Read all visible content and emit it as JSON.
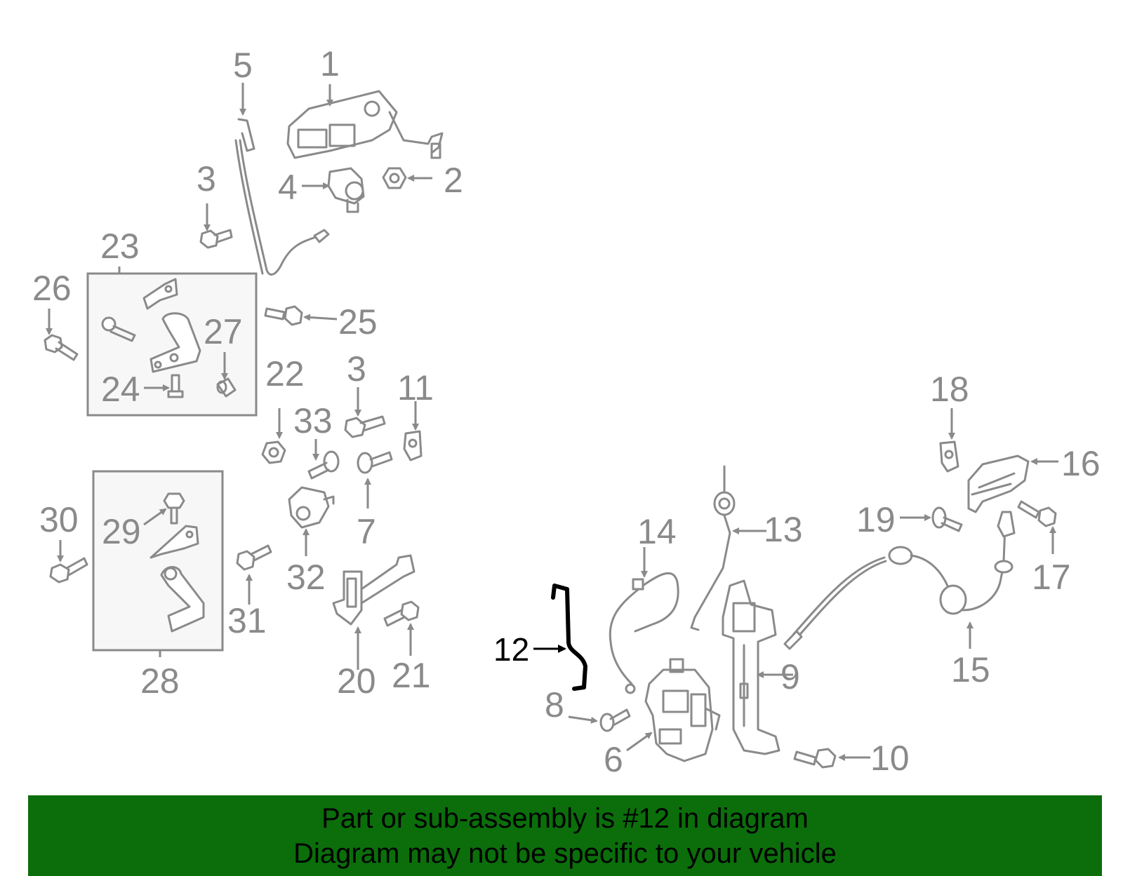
{
  "colors": {
    "part_gray": "#8a8a8a",
    "highlight": "#000000",
    "banner_bg": "#0b6e0b",
    "banner_text": "#000000"
  },
  "labels": {
    "l1": "1",
    "l2": "2",
    "l3a": "3",
    "l3b": "3",
    "l4": "4",
    "l5": "5",
    "l6": "6",
    "l7": "7",
    "l8": "8",
    "l9": "9",
    "l10": "10",
    "l11": "11",
    "l12": "12",
    "l13": "13",
    "l14": "14",
    "l15": "15",
    "l16": "16",
    "l17": "17",
    "l18": "18",
    "l19": "19",
    "l20": "20",
    "l21": "21",
    "l22": "22",
    "l23": "23",
    "l24": "24",
    "l25": "25",
    "l26": "26",
    "l27": "27",
    "l28": "28",
    "l29": "29",
    "l30": "30",
    "l31": "31",
    "l32": "32",
    "l33": "33"
  },
  "highlighted_part": "12",
  "banner": {
    "line1": "Part or sub-assembly is #12 in diagram",
    "line2": "Diagram may not be specific to your vehicle"
  }
}
